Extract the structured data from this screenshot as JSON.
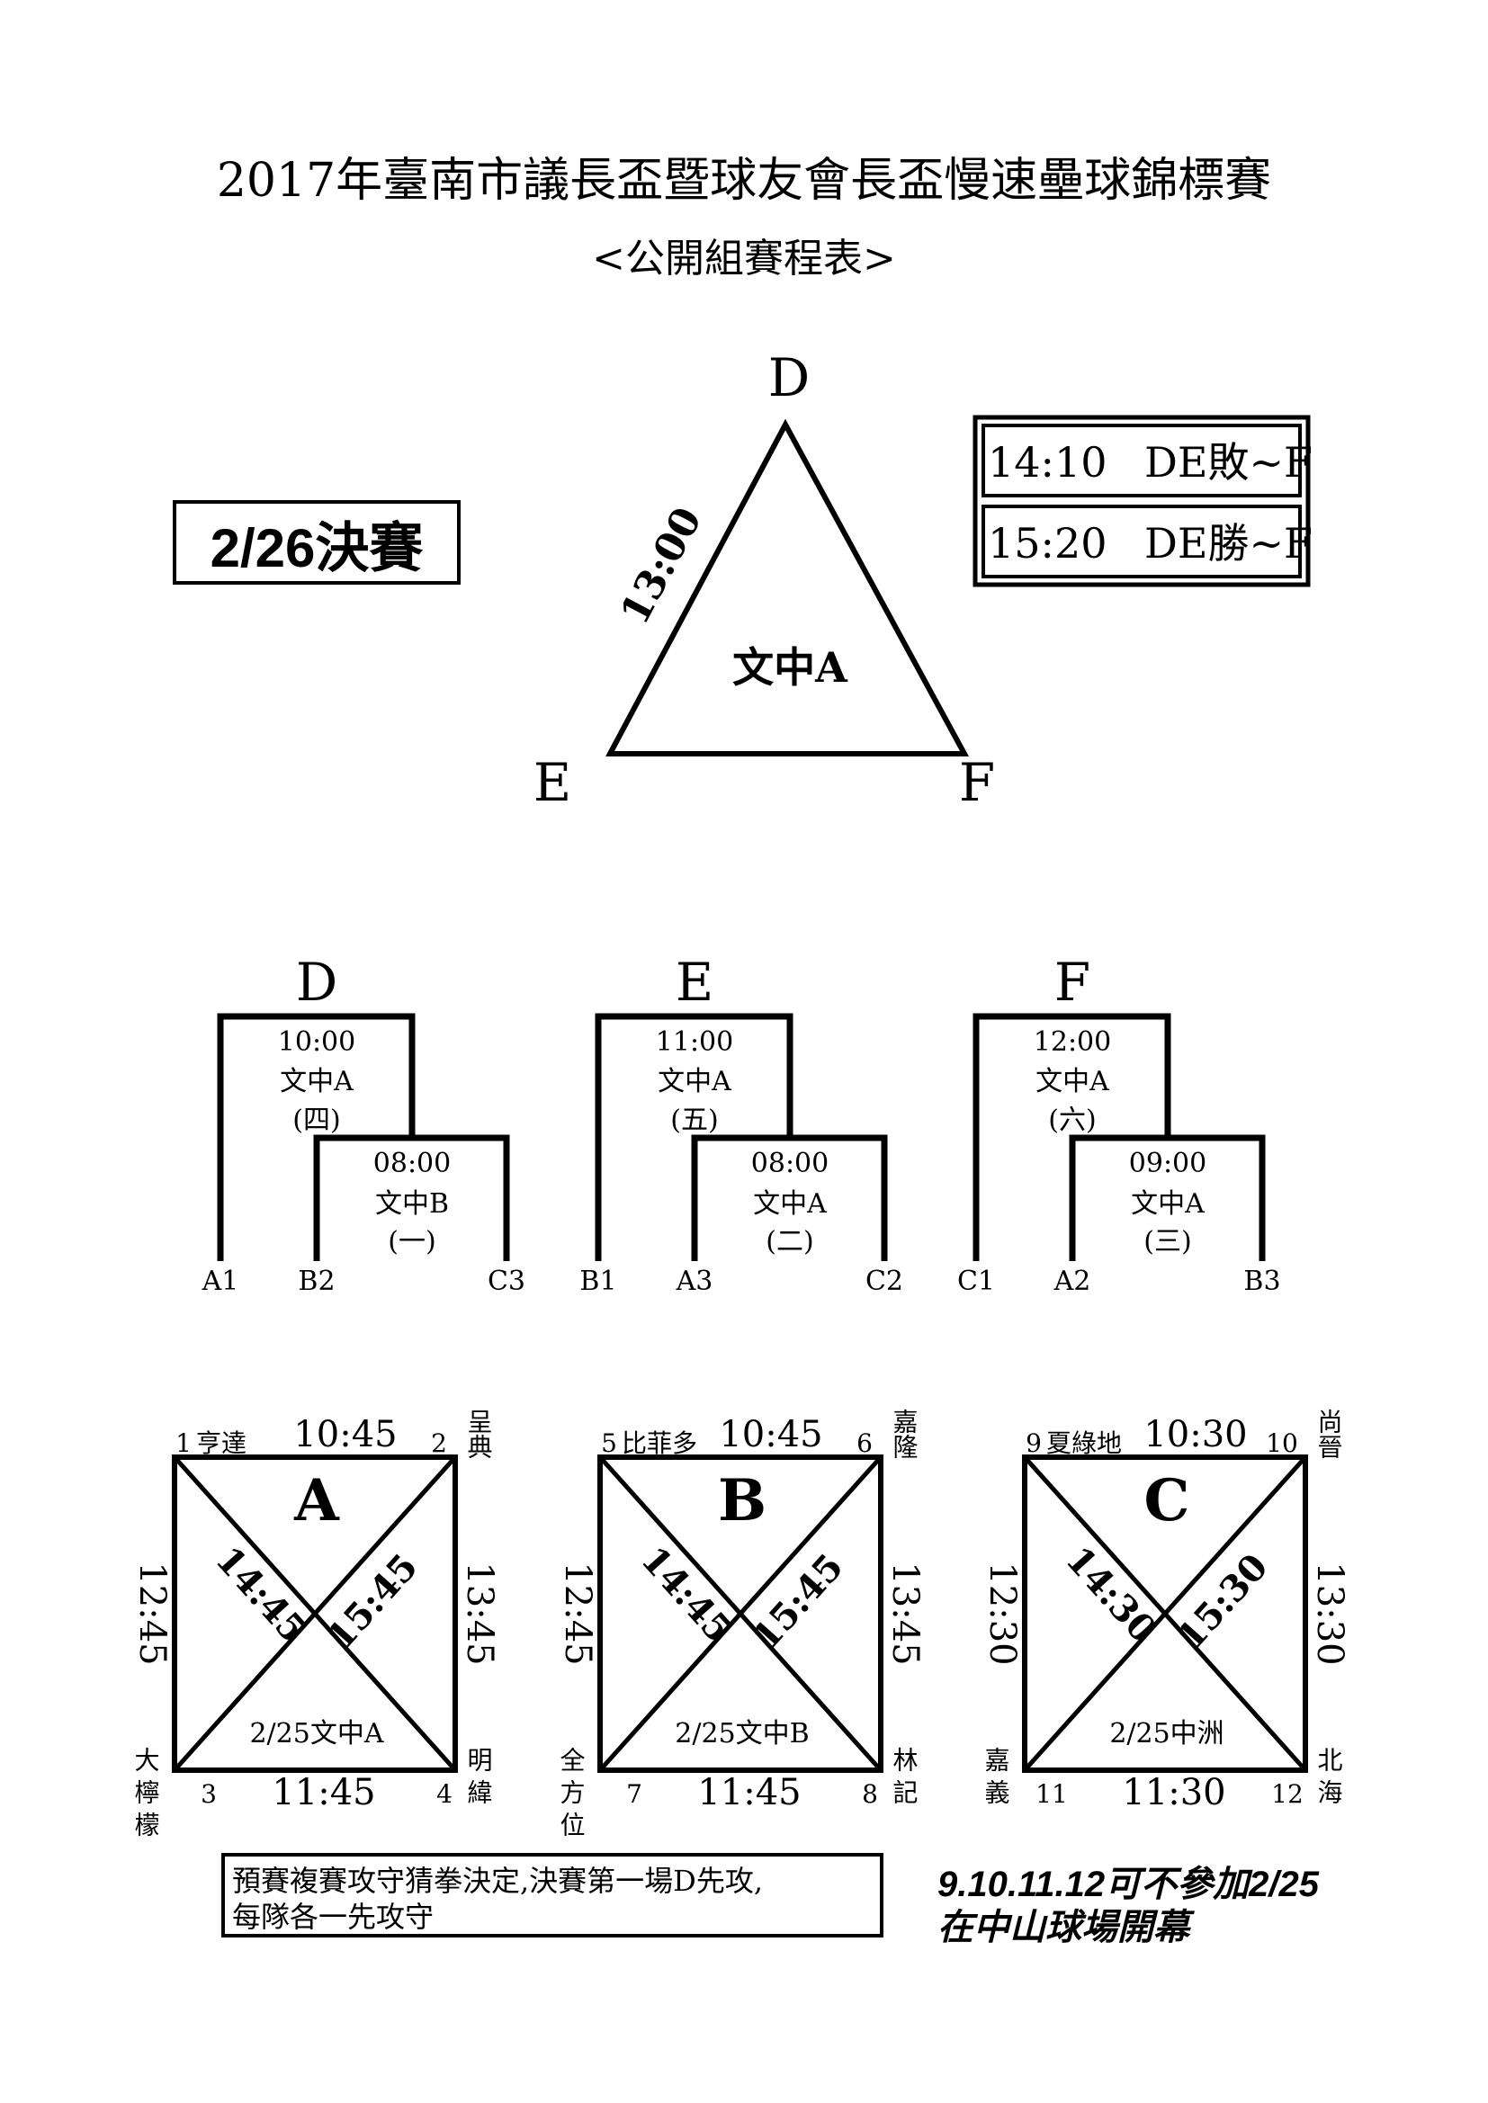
{
  "header": {
    "title": "2017年臺南市議長盃暨球友會長盃慢速壘球錦標賽",
    "subtitle": "<公開組賽程表>"
  },
  "final": {
    "label": "2/26決賽",
    "vertices": {
      "top": "D",
      "left": "E",
      "right": "F"
    },
    "edge_time": "13:00",
    "venue": "文中A",
    "schedule": [
      {
        "time": "14:10",
        "match": "DE敗~F"
      },
      {
        "time": "15:20",
        "match": "DE勝~F"
      }
    ]
  },
  "brackets": [
    {
      "letter": "D",
      "top_time": "10:00",
      "top_venue": "文中A",
      "top_game": "(四)",
      "inner_time": "08:00",
      "inner_venue": "文中B",
      "inner_game": "(一)",
      "seeds": [
        "A1",
        "B2",
        "C3"
      ]
    },
    {
      "letter": "E",
      "top_time": "11:00",
      "top_venue": "文中A",
      "top_game": "(五)",
      "inner_time": "08:00",
      "inner_venue": "文中A",
      "inner_game": "(二)",
      "seeds": [
        "B1",
        "A3",
        "C2"
      ]
    },
    {
      "letter": "F",
      "top_time": "12:00",
      "top_venue": "文中A",
      "top_game": "(六)",
      "inner_time": "09:00",
      "inner_venue": "文中A",
      "inner_game": "(三)",
      "seeds": [
        "C1",
        "A2",
        "B3"
      ]
    }
  ],
  "groups": [
    {
      "letter": "A",
      "top_time": "10:45",
      "bottom_time": "11:45",
      "left_time": "12:45",
      "right_time": "13:45",
      "diag_left": "14:45",
      "diag_right": "15:45",
      "venue": "2/25文中A",
      "tl_num": "1",
      "tl_name": "亨達",
      "tr_num": "2",
      "tr_name": "呈典",
      "bl_num": "3",
      "bl_name": "大檸檬",
      "br_num": "4",
      "br_name": "明緯"
    },
    {
      "letter": "B",
      "top_time": "10:45",
      "bottom_time": "11:45",
      "left_time": "12:45",
      "right_time": "13:45",
      "diag_left": "14:45",
      "diag_right": "15:45",
      "venue": "2/25文中B",
      "tl_num": "5",
      "tl_name": "比菲多",
      "tr_num": "6",
      "tr_name": "嘉隆",
      "bl_num": "7",
      "bl_name": "全方位",
      "br_num": "8",
      "br_name": "林記"
    },
    {
      "letter": "C",
      "top_time": "10:30",
      "bottom_time": "11:30",
      "left_time": "12:30",
      "right_time": "13:30",
      "diag_left": "14:30",
      "diag_right": "15:30",
      "venue": "2/25中洲",
      "tl_num": "9",
      "tl_name": "夏綠地",
      "tr_num": "10",
      "tr_name": "尚晉",
      "bl_num": "11",
      "bl_name": "嘉義",
      "br_num": "12",
      "br_name": "北海"
    }
  ],
  "notes": {
    "rule_line1": "預賽複賽攻守猜拳決定,決賽第一場D先攻,",
    "rule_line2": "每隊各一先攻守",
    "side_line1": "9.10.11.12可不參加2/25",
    "side_line2": "在中山球場開幕"
  }
}
